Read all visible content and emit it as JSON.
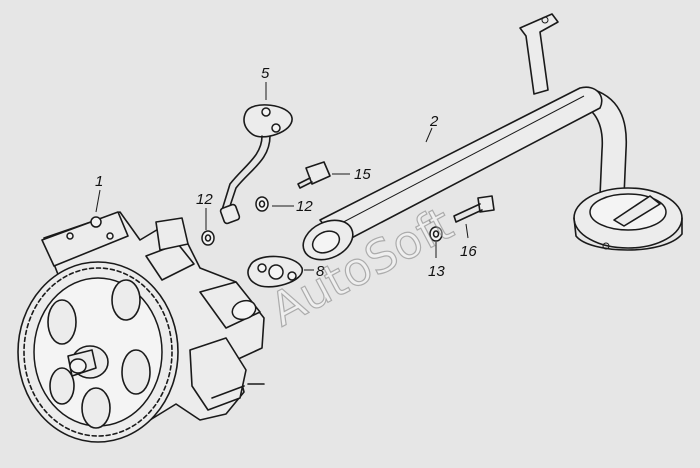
{
  "diagram": {
    "callouts": [
      {
        "id": "1",
        "label": "1"
      },
      {
        "id": "2",
        "label": "2"
      },
      {
        "id": "5",
        "label": "5"
      },
      {
        "id": "8",
        "label": "8"
      },
      {
        "id": "12a",
        "label": "12"
      },
      {
        "id": "12b",
        "label": "12"
      },
      {
        "id": "13",
        "label": "13"
      },
      {
        "id": "15",
        "label": "15"
      },
      {
        "id": "16",
        "label": "16"
      }
    ]
  },
  "watermark": {
    "text": "AutoSoft"
  },
  "colors": {
    "background": "#e6e6e6",
    "ink": "#1a1a1a"
  }
}
